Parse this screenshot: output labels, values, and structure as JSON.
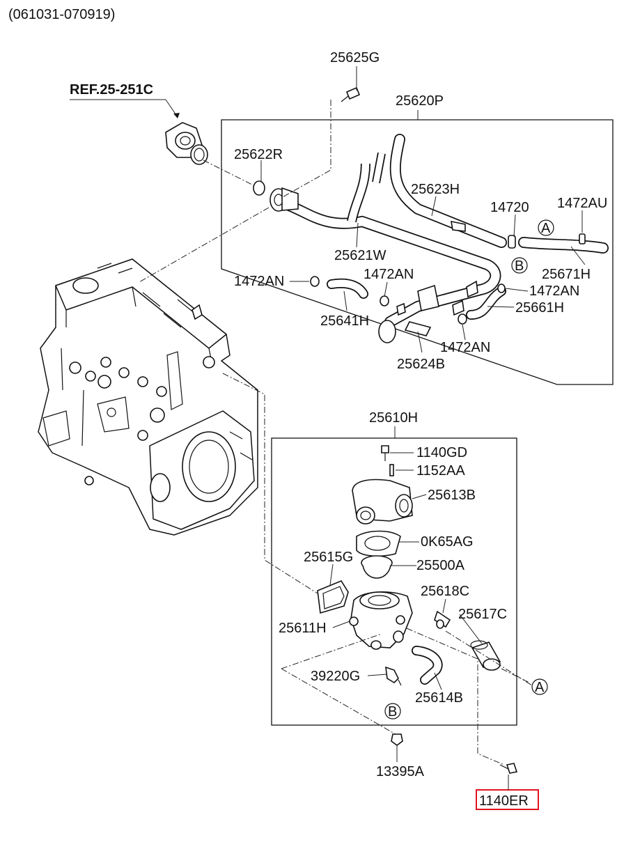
{
  "header": {
    "date_range": "(061031-070919)"
  },
  "reference": {
    "label": "REF.25-251C"
  },
  "groups": {
    "upper_assembly": "25620P",
    "lower_assembly": "25610H"
  },
  "callouts": {
    "p25625G": "25625G",
    "p25622R": "25622R",
    "p25623H": "25623H",
    "p14720": "14720",
    "p1472AU": "1472AU",
    "p25621W": "25621W",
    "p25671H": "25671H",
    "p1472AN_a": "1472AN",
    "p1472AN_b": "1472AN",
    "p1472AN_c": "1472AN",
    "p1472AN_d": "1472AN",
    "p25641H": "25641H",
    "p25661H": "25661H",
    "p25624B": "25624B",
    "p1140GD": "1140GD",
    "p1152AA": "1152AA",
    "p25613B": "25613B",
    "p0K65AG": "0K65AG",
    "p25615G": "25615G",
    "p25500A": "25500A",
    "p25618C": "25618C",
    "p25617C": "25617C",
    "p25611H": "25611H",
    "p39220G": "39220G",
    "p25614B": "25614B",
    "p13395A": "13395A",
    "p1140ER": "1140ER"
  },
  "connection_markers": {
    "a_upper": "A",
    "b_upper": "B",
    "a_lower": "A",
    "b_lower": "B"
  },
  "highlight": {
    "part": "1140ER",
    "color": "#e0141e"
  }
}
